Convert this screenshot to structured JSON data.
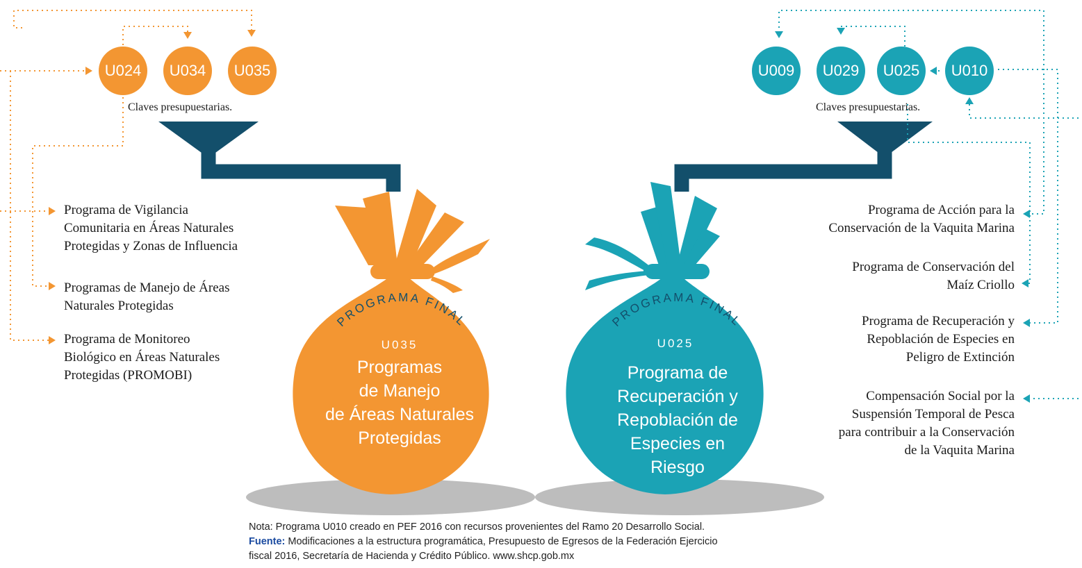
{
  "left": {
    "codes": [
      "U024",
      "U034",
      "U035"
    ],
    "claves_label": "Claves presupuestarias.",
    "programs": [
      [
        "Programa de Vigilancia",
        "Comunitaria en Áreas Naturales",
        "Protegidas y Zonas de Influencia"
      ],
      [
        "Programas de Manejo de Áreas",
        "Naturales Protegidas"
      ],
      [
        "Programa de Monitoreo",
        "Biológico en Áreas Naturales",
        "Protegidas (PROMOBI)"
      ]
    ],
    "bag": {
      "arc_label": "PROGRAMA FINAL",
      "code": "U035",
      "lines": [
        "Programas",
        "de Manejo",
        "de Áreas Naturales",
        "Protegidas"
      ]
    }
  },
  "right": {
    "codes": [
      "U009",
      "U029",
      "U025",
      "U010"
    ],
    "claves_label": "Claves presupuestarias.",
    "programs": [
      [
        "Programa de Acción para la",
        "Conservación de la Vaquita Marina"
      ],
      [
        "Programa de Conservación del",
        "Maíz Criollo"
      ],
      [
        "Programa de Recuperación y",
        "Repoblación de Especies en",
        "Peligro de Extinción"
      ],
      [
        "Compensación Social por la",
        "Suspensión Temporal de Pesca",
        "para contribuir a la Conservación",
        "de la Vaquita Marina"
      ]
    ],
    "bag": {
      "arc_label": "PROGRAMA FINAL",
      "code": "U025",
      "lines": [
        "Programa de",
        "Recuperación y",
        "Repoblación de",
        "Especies en",
        "Riesgo"
      ]
    }
  },
  "note": {
    "line1": "Nota: Programa U010 creado en PEF 2016 con recursos provenientes del Ramo 20 Desarrollo Social.",
    "source_label": "Fuente:",
    "source_text_1": " Modificaciones a la estructura programática, Presupuesto de Egresos de la Federación Ejercicio",
    "source_text_2": "fiscal 2016, Secretaría de Hacienda y Crédito Público. www.shcp.gob.mx"
  },
  "colors": {
    "orange": "#f39632",
    "teal": "#1ba3b5",
    "funnel": "#134f6b",
    "shadow": "#bdbdbd"
  }
}
